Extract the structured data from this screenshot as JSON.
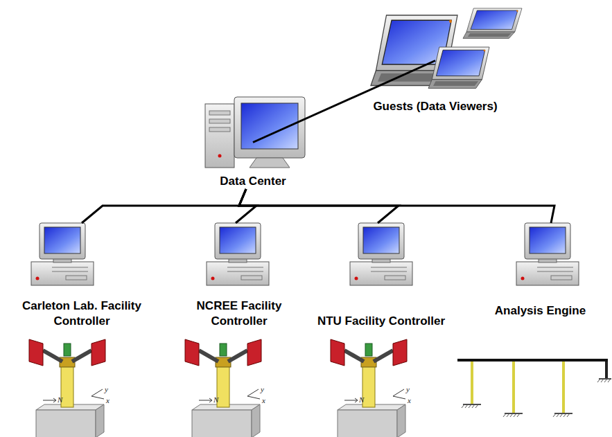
{
  "diagram": {
    "nodes": [
      {
        "text": [
          "Guests (Data Viewers)"
        ]
      },
      {
        "text": [
          "Data Center"
        ]
      },
      {
        "text": [
          "Carleton Lab. Facility Controller"
        ]
      },
      {
        "text": [
          "NCREE Facility Controller"
        ]
      },
      {
        "text": [
          "NTU Facility Controller"
        ]
      },
      {
        "text": [
          "Analysis Engine"
        ]
      }
    ],
    "edges": [
      {
        "from": 1,
        "to": 0,
        "arrow": "none"
      },
      {
        "from": 1,
        "to": 2,
        "arrow": "none"
      },
      {
        "from": 1,
        "to": 3,
        "arrow": "none"
      },
      {
        "from": 1,
        "to": 4,
        "arrow": "none"
      },
      {
        "from": 1,
        "to": 5,
        "arrow": "none"
      }
    ],
    "labels": [
      "N",
      "y",
      "x",
      "N",
      "y",
      "x",
      "N",
      "y",
      "x"
    ]
  }
}
